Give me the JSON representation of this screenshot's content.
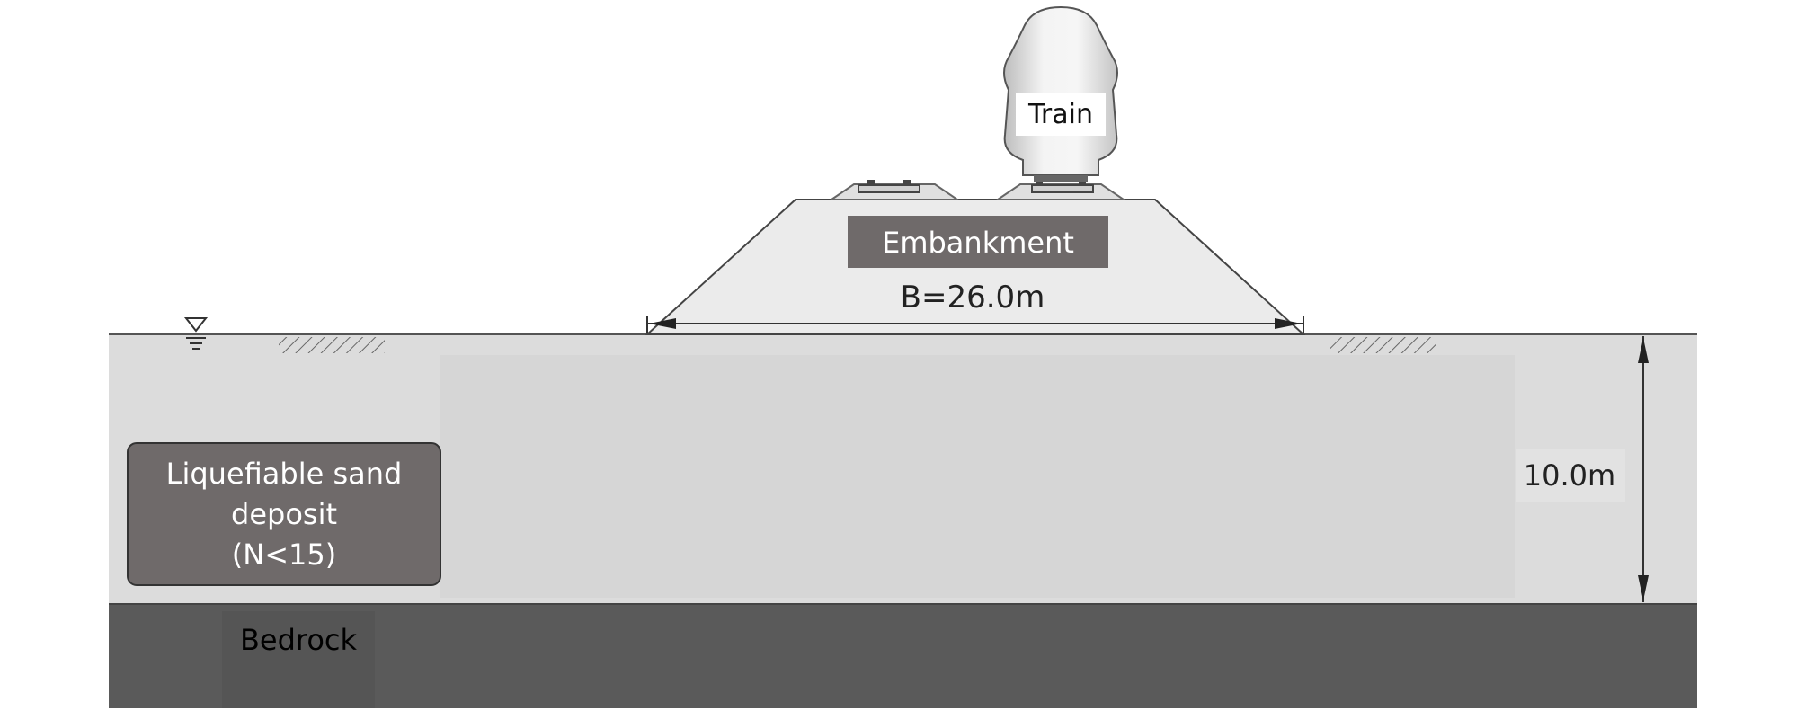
{
  "labels": {
    "train": "Train",
    "embankment": "Embankment",
    "width_dim": "B=26.0m",
    "depth_dim": "10.0m",
    "sand_line1": "Liquefiable sand",
    "sand_line2": "deposit",
    "sand_line3": "(N<15)",
    "bedrock": "Bedrock"
  },
  "colors": {
    "background": "#ffffff",
    "ground": "#dcdcdc",
    "bedrock": "#5a5a5a",
    "label_box": "#6f6a6a",
    "embankment": "#ebebeb",
    "line": "#333333"
  }
}
